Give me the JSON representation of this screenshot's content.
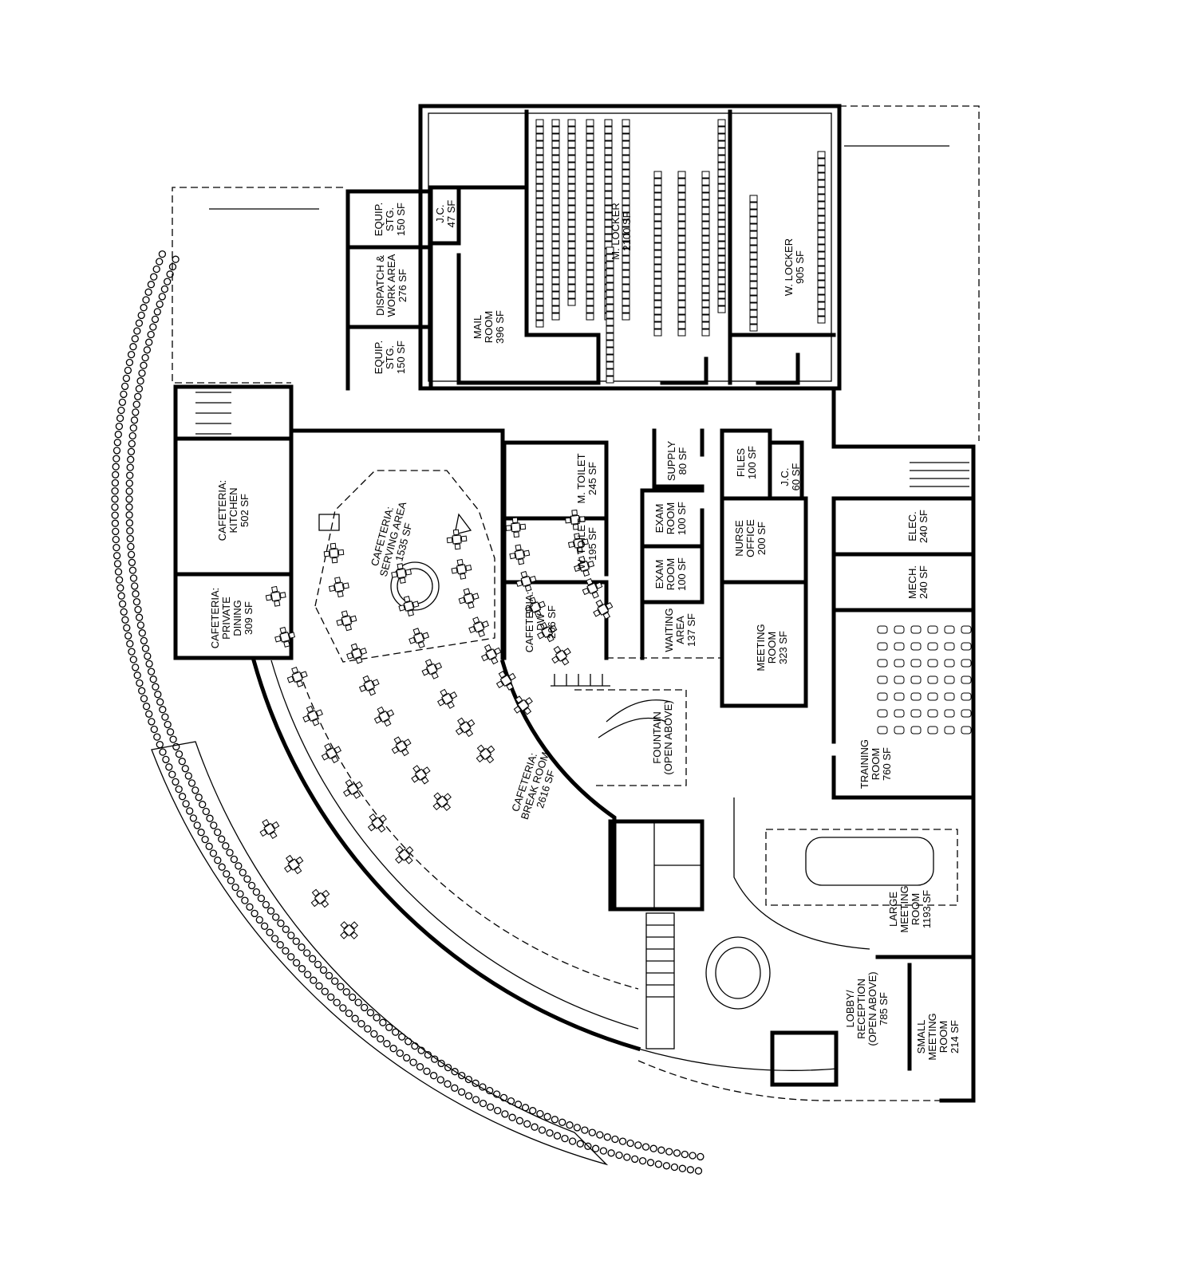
{
  "rooms": [
    {
      "id": "equip-stg-north",
      "lines": [
        "EQUIP.",
        "STG.",
        "150 SF"
      ]
    },
    {
      "id": "dispatch",
      "lines": [
        "DISPATCH &",
        "WORK AREA",
        "276 SF"
      ]
    },
    {
      "id": "equip-stg-south",
      "lines": [
        "EQUIP.",
        "STG.",
        "150 SF"
      ]
    },
    {
      "id": "jc-47",
      "lines": [
        "J.C.",
        "47 SF"
      ]
    },
    {
      "id": "mail-room",
      "lines": [
        "MAIL",
        "ROOM",
        "396 SF"
      ]
    },
    {
      "id": "m-locker",
      "lines": [
        "M. LOCKER",
        "2100 SF"
      ]
    },
    {
      "id": "w-locker",
      "lines": [
        "W. LOCKER",
        "905 SF"
      ]
    },
    {
      "id": "cafeteria-kitchen",
      "lines": [
        "CAFETERIA:",
        "KITCHEN",
        "502 SF"
      ]
    },
    {
      "id": "cafeteria-private-dining",
      "lines": [
        "CAFETERIA:",
        "PRIVATE",
        "DINING",
        "309 SF"
      ]
    },
    {
      "id": "cafeteria-serving-area",
      "lines": [
        "CAFETERIA:",
        "SERVING AREA",
        "1535 SF"
      ]
    },
    {
      "id": "m-toilet",
      "lines": [
        "M. TOILET",
        "245 SF"
      ]
    },
    {
      "id": "w-toilet",
      "lines": [
        "W. TOILET",
        "195 SF"
      ]
    },
    {
      "id": "cafeteria-dw",
      "lines": [
        "CAFETERIA:",
        "DW",
        "206 SF"
      ]
    },
    {
      "id": "supply",
      "lines": [
        "SUPPLY",
        "80 SF"
      ]
    },
    {
      "id": "files",
      "lines": [
        "FILES",
        "100 SF"
      ]
    },
    {
      "id": "jc-60",
      "lines": [
        "J.C.",
        "60 SF"
      ]
    },
    {
      "id": "exam-room-1",
      "lines": [
        "EXAM",
        "ROOM",
        "100 SF"
      ]
    },
    {
      "id": "exam-room-2",
      "lines": [
        "EXAM",
        "ROOM",
        "100 SF"
      ]
    },
    {
      "id": "nurse-office",
      "lines": [
        "NURSE",
        "OFFICE",
        "200 SF"
      ]
    },
    {
      "id": "waiting-area",
      "lines": [
        "WAITING",
        "AREA",
        "137 SF"
      ]
    },
    {
      "id": "meeting-room",
      "lines": [
        "MEETING",
        "ROOM",
        "323 SF"
      ]
    },
    {
      "id": "elec",
      "lines": [
        "ELEC.",
        "240 SF"
      ]
    },
    {
      "id": "mech",
      "lines": [
        "MECH.",
        "240 SF"
      ]
    },
    {
      "id": "training-room",
      "lines": [
        "TRAINING",
        "ROOM",
        "760 SF"
      ]
    },
    {
      "id": "fountain",
      "lines": [
        "FOUNTAIN",
        "(OPEN ABOVE)"
      ]
    },
    {
      "id": "cafeteria-break-room",
      "lines": [
        "CAFETERIA:",
        "BREAK ROOM",
        "2616 SF"
      ]
    },
    {
      "id": "large-meeting-room",
      "lines": [
        "LARGE",
        "MEETING",
        "ROOM",
        "1193 SF"
      ]
    },
    {
      "id": "lobby-reception",
      "lines": [
        "LOBBY/",
        "RECEPTION",
        "(OPEN ABOVE)",
        "785 SF"
      ]
    },
    {
      "id": "small-meeting-room",
      "lines": [
        "SMALL",
        "MEETING",
        "ROOM",
        "214 SF"
      ]
    }
  ]
}
